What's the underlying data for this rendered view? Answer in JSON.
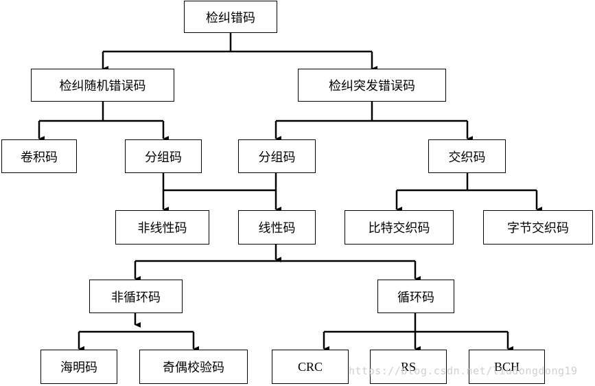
{
  "nodes": {
    "root": "检纠错码",
    "random": "检纠随机错误码",
    "burst": "检纠突发错误码",
    "conv": "卷积码",
    "block1": "分组码",
    "block2": "分组码",
    "interleave": "交织码",
    "nonlinear": "非线性码",
    "linear": "线性码",
    "bit_interleave": "比特交织码",
    "byte_interleave": "字节交织码",
    "noncyclic": "非循环码",
    "cyclic": "循环码",
    "hamming": "海明码",
    "parity": "奇偶校验码",
    "crc": "CRC",
    "rs": "RS",
    "bch": "BCH"
  },
  "watermark": "https://blog.csdn.net/liudongdong19"
}
